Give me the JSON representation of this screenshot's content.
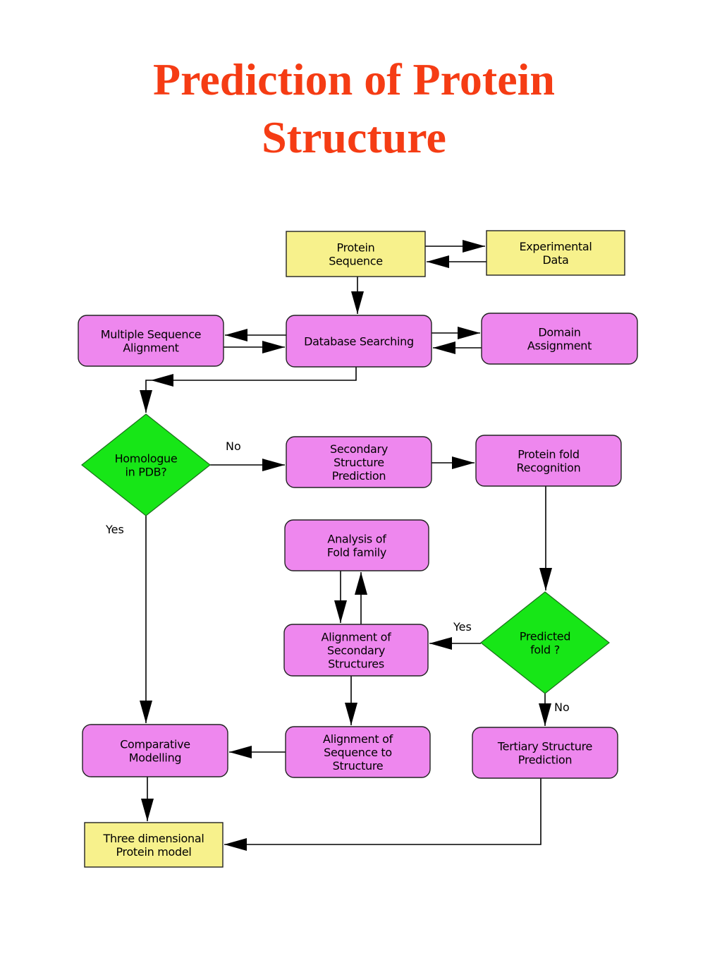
{
  "title": {
    "line1": "Prediction of Protein",
    "line2": "Structure"
  },
  "colors": {
    "title": "#f53c14",
    "input_output_box": "#f7f18c",
    "process_box": "#ee87ee",
    "decision_diamond": "#17e617"
  },
  "nodes": [
    {
      "id": "protein_sequence",
      "shape": "rect",
      "style": "io",
      "lines": [
        "Protein",
        "Sequence"
      ]
    },
    {
      "id": "experimental_data",
      "shape": "rect",
      "style": "io",
      "lines": [
        "Experimental",
        "Data"
      ]
    },
    {
      "id": "multiple_sequence_alignment",
      "shape": "rounded",
      "style": "process",
      "lines": [
        "Multiple Sequence",
        "Alignment"
      ]
    },
    {
      "id": "database_searching",
      "shape": "rounded",
      "style": "process",
      "lines": [
        "Database Searching"
      ]
    },
    {
      "id": "domain_assignment",
      "shape": "rounded",
      "style": "process",
      "lines": [
        "Domain",
        "Assignment"
      ]
    },
    {
      "id": "homologue_in_pdb",
      "shape": "diamond",
      "style": "decision",
      "lines": [
        "Homologue",
        "in PDB?"
      ]
    },
    {
      "id": "secondary_structure_prediction",
      "shape": "rounded",
      "style": "process",
      "lines": [
        "Secondary",
        "Structure",
        "Prediction"
      ]
    },
    {
      "id": "protein_fold_recognition",
      "shape": "rounded",
      "style": "process",
      "lines": [
        "Protein fold",
        "Recognition"
      ]
    },
    {
      "id": "analysis_of_fold_family",
      "shape": "rounded",
      "style": "process",
      "lines": [
        "Analysis of",
        "Fold family"
      ]
    },
    {
      "id": "alignment_of_secondary_structures",
      "shape": "rounded",
      "style": "process",
      "lines": [
        "Alignment of",
        "Secondary",
        "Structures"
      ]
    },
    {
      "id": "predicted_fold",
      "shape": "diamond",
      "style": "decision",
      "lines": [
        "Predicted",
        "fold ?"
      ]
    },
    {
      "id": "comparative_modelling",
      "shape": "rounded",
      "style": "process",
      "lines": [
        "Comparative",
        "Modelling"
      ]
    },
    {
      "id": "alignment_of_sequence_to_structure",
      "shape": "rounded",
      "style": "process",
      "lines": [
        "Alignment of",
        "Sequence to",
        "Structure"
      ]
    },
    {
      "id": "tertiary_structure_prediction",
      "shape": "rounded",
      "style": "process",
      "lines": [
        "Tertiary Structure",
        "Prediction"
      ]
    },
    {
      "id": "three_dimensional_protein_model",
      "shape": "rect",
      "style": "io",
      "lines": [
        "Three dimensional",
        "Protein model"
      ]
    }
  ],
  "edges": [
    {
      "from": "protein_sequence",
      "to": "experimental_data",
      "label": ""
    },
    {
      "from": "experimental_data",
      "to": "protein_sequence",
      "label": ""
    },
    {
      "from": "protein_sequence",
      "to": "database_searching",
      "label": ""
    },
    {
      "from": "database_searching",
      "to": "multiple_sequence_alignment",
      "label": ""
    },
    {
      "from": "multiple_sequence_alignment",
      "to": "database_searching",
      "label": ""
    },
    {
      "from": "database_searching",
      "to": "domain_assignment",
      "label": ""
    },
    {
      "from": "domain_assignment",
      "to": "database_searching",
      "label": ""
    },
    {
      "from": "database_searching",
      "to": "homologue_in_pdb",
      "label": ""
    },
    {
      "from": "homologue_in_pdb",
      "to": "secondary_structure_prediction",
      "label": "No"
    },
    {
      "from": "homologue_in_pdb",
      "to": "comparative_modelling",
      "label": "Yes"
    },
    {
      "from": "secondary_structure_prediction",
      "to": "protein_fold_recognition",
      "label": ""
    },
    {
      "from": "protein_fold_recognition",
      "to": "predicted_fold",
      "label": ""
    },
    {
      "from": "predicted_fold",
      "to": "alignment_of_secondary_structures",
      "label": "Yes"
    },
    {
      "from": "predicted_fold",
      "to": "tertiary_structure_prediction",
      "label": "No"
    },
    {
      "from": "analysis_of_fold_family",
      "to": "alignment_of_secondary_structures",
      "label": ""
    },
    {
      "from": "alignment_of_secondary_structures",
      "to": "analysis_of_fold_family",
      "label": ""
    },
    {
      "from": "alignment_of_secondary_structures",
      "to": "alignment_of_sequence_to_structure",
      "label": ""
    },
    {
      "from": "alignment_of_sequence_to_structure",
      "to": "comparative_modelling",
      "label": ""
    },
    {
      "from": "comparative_modelling",
      "to": "three_dimensional_protein_model",
      "label": ""
    },
    {
      "from": "tertiary_structure_prediction",
      "to": "three_dimensional_protein_model",
      "label": ""
    }
  ]
}
